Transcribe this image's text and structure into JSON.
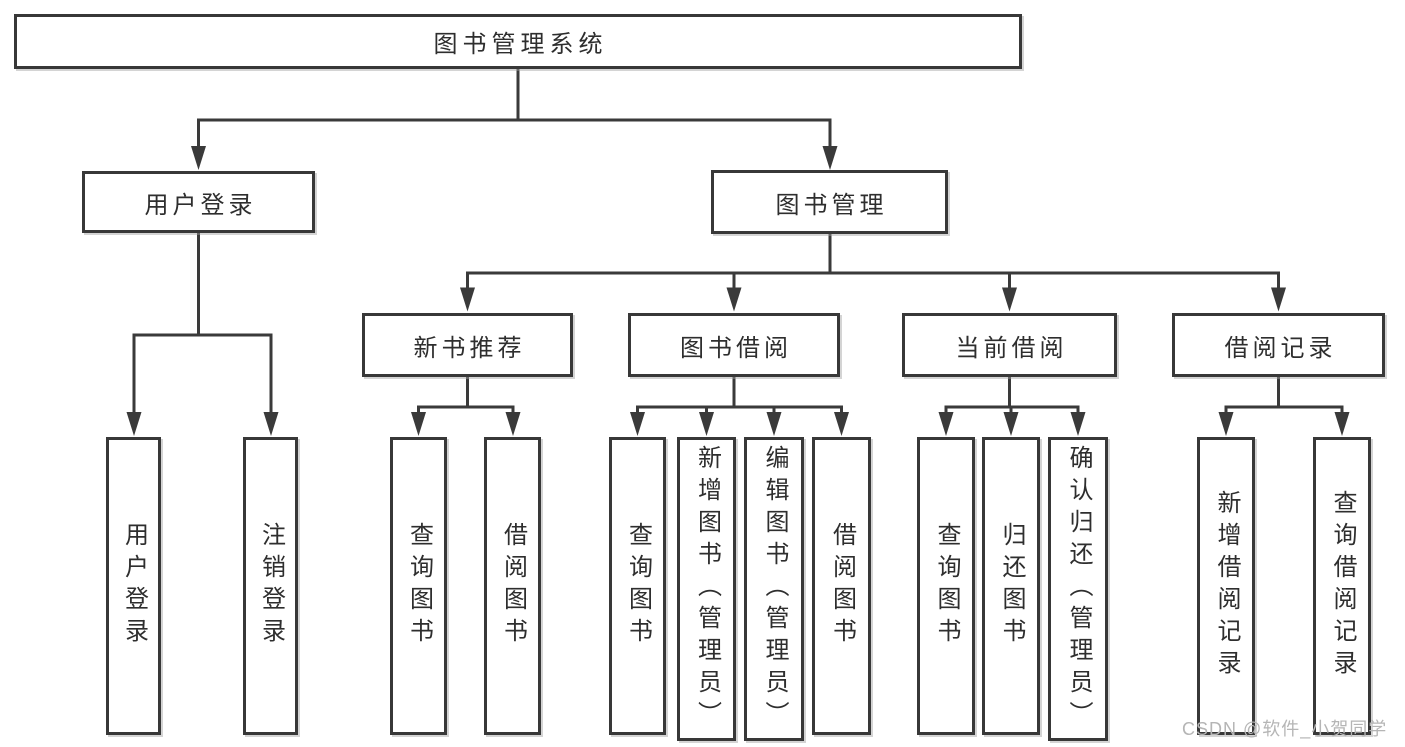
{
  "diagram": {
    "type": "hierarchy-tree",
    "nodes": {
      "root": {
        "label": "图书管理系统"
      },
      "user_login": {
        "label": "用户登录"
      },
      "book_mgmt": {
        "label": "图书管理"
      },
      "new_book_rec": {
        "label": "新书推荐"
      },
      "book_borrow": {
        "label": "图书借阅"
      },
      "current_borrow": {
        "label": "当前借阅"
      },
      "borrow_record": {
        "label": "借阅记录"
      },
      "leaf_login": {
        "label": "用户登录"
      },
      "leaf_logout": {
        "label": "注销登录"
      },
      "leaf_rec_query_book": {
        "label": "查询图书"
      },
      "leaf_rec_borrow_book": {
        "label": "借阅图书"
      },
      "leaf_bb_query_book": {
        "label": "查询图书"
      },
      "leaf_bb_add_book": {
        "label": "新增图书（管理员）"
      },
      "leaf_bb_edit_book": {
        "label": "编辑图书（管理员）"
      },
      "leaf_bb_borrow_book": {
        "label": "借阅图书"
      },
      "leaf_cb_query_book": {
        "label": "查询图书"
      },
      "leaf_cb_return_book": {
        "label": "归还图书"
      },
      "leaf_cb_confirm_return": {
        "label": "确认归还（管理员）"
      },
      "leaf_br_add_record": {
        "label": "新增借阅记录"
      },
      "leaf_br_query_record": {
        "label": "查询借阅记录"
      }
    },
    "edges": [
      [
        "root",
        "user_login"
      ],
      [
        "root",
        "book_mgmt"
      ],
      [
        "user_login",
        "leaf_login"
      ],
      [
        "user_login",
        "leaf_logout"
      ],
      [
        "book_mgmt",
        "new_book_rec"
      ],
      [
        "book_mgmt",
        "book_borrow"
      ],
      [
        "book_mgmt",
        "current_borrow"
      ],
      [
        "book_mgmt",
        "borrow_record"
      ],
      [
        "new_book_rec",
        "leaf_rec_query_book"
      ],
      [
        "new_book_rec",
        "leaf_rec_borrow_book"
      ],
      [
        "book_borrow",
        "leaf_bb_query_book"
      ],
      [
        "book_borrow",
        "leaf_bb_add_book"
      ],
      [
        "book_borrow",
        "leaf_bb_edit_book"
      ],
      [
        "book_borrow",
        "leaf_bb_borrow_book"
      ],
      [
        "current_borrow",
        "leaf_cb_query_book"
      ],
      [
        "current_borrow",
        "leaf_cb_return_book"
      ],
      [
        "current_borrow",
        "leaf_cb_confirm_return"
      ],
      [
        "borrow_record",
        "leaf_br_add_record"
      ],
      [
        "borrow_record",
        "leaf_br_query_record"
      ]
    ]
  },
  "watermark": {
    "text": "CSDN @软件_小贺同学"
  },
  "colors": {
    "line": "#3a3a3a",
    "border": "#383838",
    "text": "#2e2e2e",
    "background": "#ffffff",
    "watermark": "#b5b5b5"
  }
}
